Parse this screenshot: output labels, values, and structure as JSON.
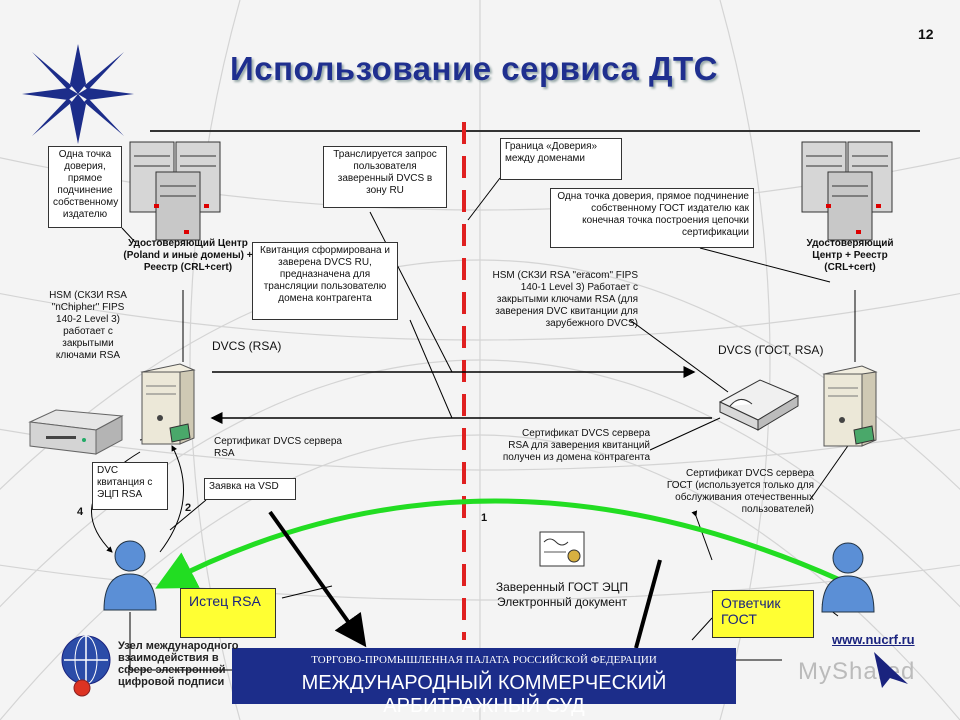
{
  "page_number": "12",
  "title": "Использование сервиса ДТС",
  "notes": {
    "trust_left": "Одна точка доверия, прямое подчинение собственному издателю",
    "relay_request": "Транслируется запрос пользователя заверенный DVCS в зону RU",
    "trust_boundary": "Граница «Доверия» между доменами",
    "trust_right": "Одна точка доверия, прямое подчинение собственному ГОСТ издателю как конечная точка построения цепочки сертификации",
    "receipt_formed": "Квитанция сформирована и заверена DVCS RU, предназначена для трансляции пользователю домена контрагента",
    "dvc_receipt": "DVC квитанция с ЭЦП RSA",
    "vsd_request": "Заявка на VSD"
  },
  "labels": {
    "ca_left": "Удостоверяющий Центр (Poland и иные домены) + Реестр (CRL+cert)",
    "ca_right": "Удостоверяющий Центр + Реестр (CRL+cert)",
    "hsm_left": "HSM (СКЗИ RSA \"nChipher\" FIPS 140-2 Level 3) работает с закрытыми ключами RSA",
    "hsm_right": "HSM (СКЗИ RSA \"eracom\" FIPS 140-1 Level 3) Работает с закрытыми ключами RSA (для заверения DVC квитанции для зарубежного DVCS)",
    "dvcs_rsa": "DVCS (RSA)",
    "dvcs_gost": "DVCS (ГОСТ, RSA)",
    "cert_rsa_left": "Сертификат DVCS сервера RSA",
    "cert_rsa_right": "Сертификат DVCS сервера RSA для заверения квитанций получен из домена контрагента",
    "cert_gost": "Сертификат DVCS сервера ГОСТ (используется только для обслуживания отечественных пользователей)",
    "signed_doc": "Заверенный ГОСТ ЭЦП Электронный документ",
    "step1": "1",
    "step2": "2",
    "step4": "4"
  },
  "parties": {
    "plaintiff": "Истец RSA",
    "respondent": "Ответчик ГОСТ"
  },
  "banner": {
    "line1": "ТОРГОВО-ПРОМЫШЛЕННАЯ ПАЛАТА РОССИЙСКОЙ ФЕДЕРАЦИИ",
    "line2": "МЕЖДУНАРОДНЫЙ КОММЕРЧЕСКИЙ АРБИТРАЖНЫЙ СУД"
  },
  "footer": {
    "org": "Узел международного взаимодействия в сфере электронной цифровой подписи",
    "url": "www.nucrf.ru",
    "watermark": "MyShared"
  },
  "colors": {
    "title": "#1f2f8f",
    "boundary": "#e02020",
    "green_arc": "#22dd22",
    "party_box": "#ffff33",
    "banner": "#1c2d8a"
  }
}
